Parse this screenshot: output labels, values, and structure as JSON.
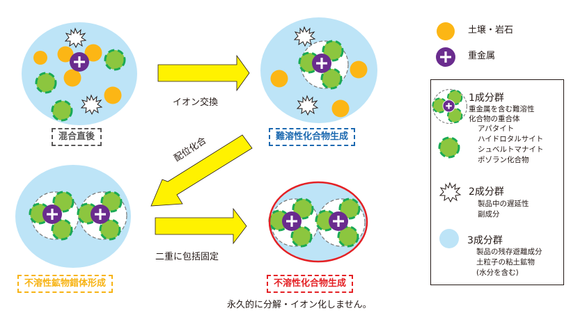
{
  "colors": {
    "soil": "#fcb615",
    "metal": "#6a2c8e",
    "mineral": "#8cc63f",
    "mineral_border": "#1aaa55",
    "water": "#bde4f7",
    "arrow": "#fff200",
    "label_gray": "#595757",
    "label_blue": "#1c69b0",
    "label_orange": "#f7b314",
    "label_red": "#e42125"
  },
  "stages": {
    "stage1": "混合直後",
    "stage2": "難溶性化合物生成",
    "stage3": "不溶性鉱物錯体形成",
    "stage4": "不溶性化合物生成"
  },
  "arrows": {
    "arrow1": "イオン交換",
    "arrow2": "配位化合",
    "arrow3": "二重に包括固定"
  },
  "footer_note": "永久的に分解・イオン化しません。",
  "legend": {
    "soil": "土壌・岩石",
    "metal": "重金属",
    "group1": {
      "title": "1成分群",
      "desc": [
        "重金属を含む難溶性",
        "化合物の重合体"
      ],
      "items": [
        "アパタイト",
        "ハイドロタルサイト",
        "シュベルトマナイト",
        "ポゾラン化合物"
      ]
    },
    "group2": {
      "title": "2成分群",
      "desc": [
        "製品中の遅延性",
        "副成分"
      ]
    },
    "group3": {
      "title": "3成分群",
      "desc": [
        "製品の残存遊離成分",
        "土粒子の粘土鉱物",
        "(水分を含む)"
      ]
    }
  }
}
